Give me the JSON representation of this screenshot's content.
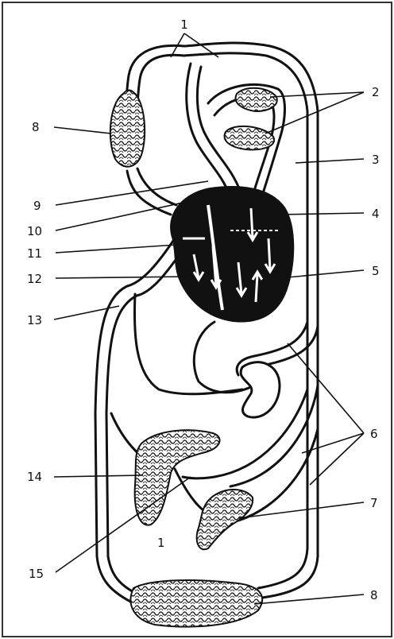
{
  "diagram": {
    "labels": {
      "l1_top": "1",
      "l2": "2",
      "l3": "3",
      "l4": "4",
      "l5": "5",
      "l6_left": "8",
      "l6_right": "6",
      "l7": "7",
      "l8_bottom": "8",
      "l9": "9",
      "l10": "10",
      "l11": "11",
      "l12": "12",
      "l13": "13",
      "l14": "14",
      "l15": "15",
      "l1_inner": "1"
    }
  }
}
